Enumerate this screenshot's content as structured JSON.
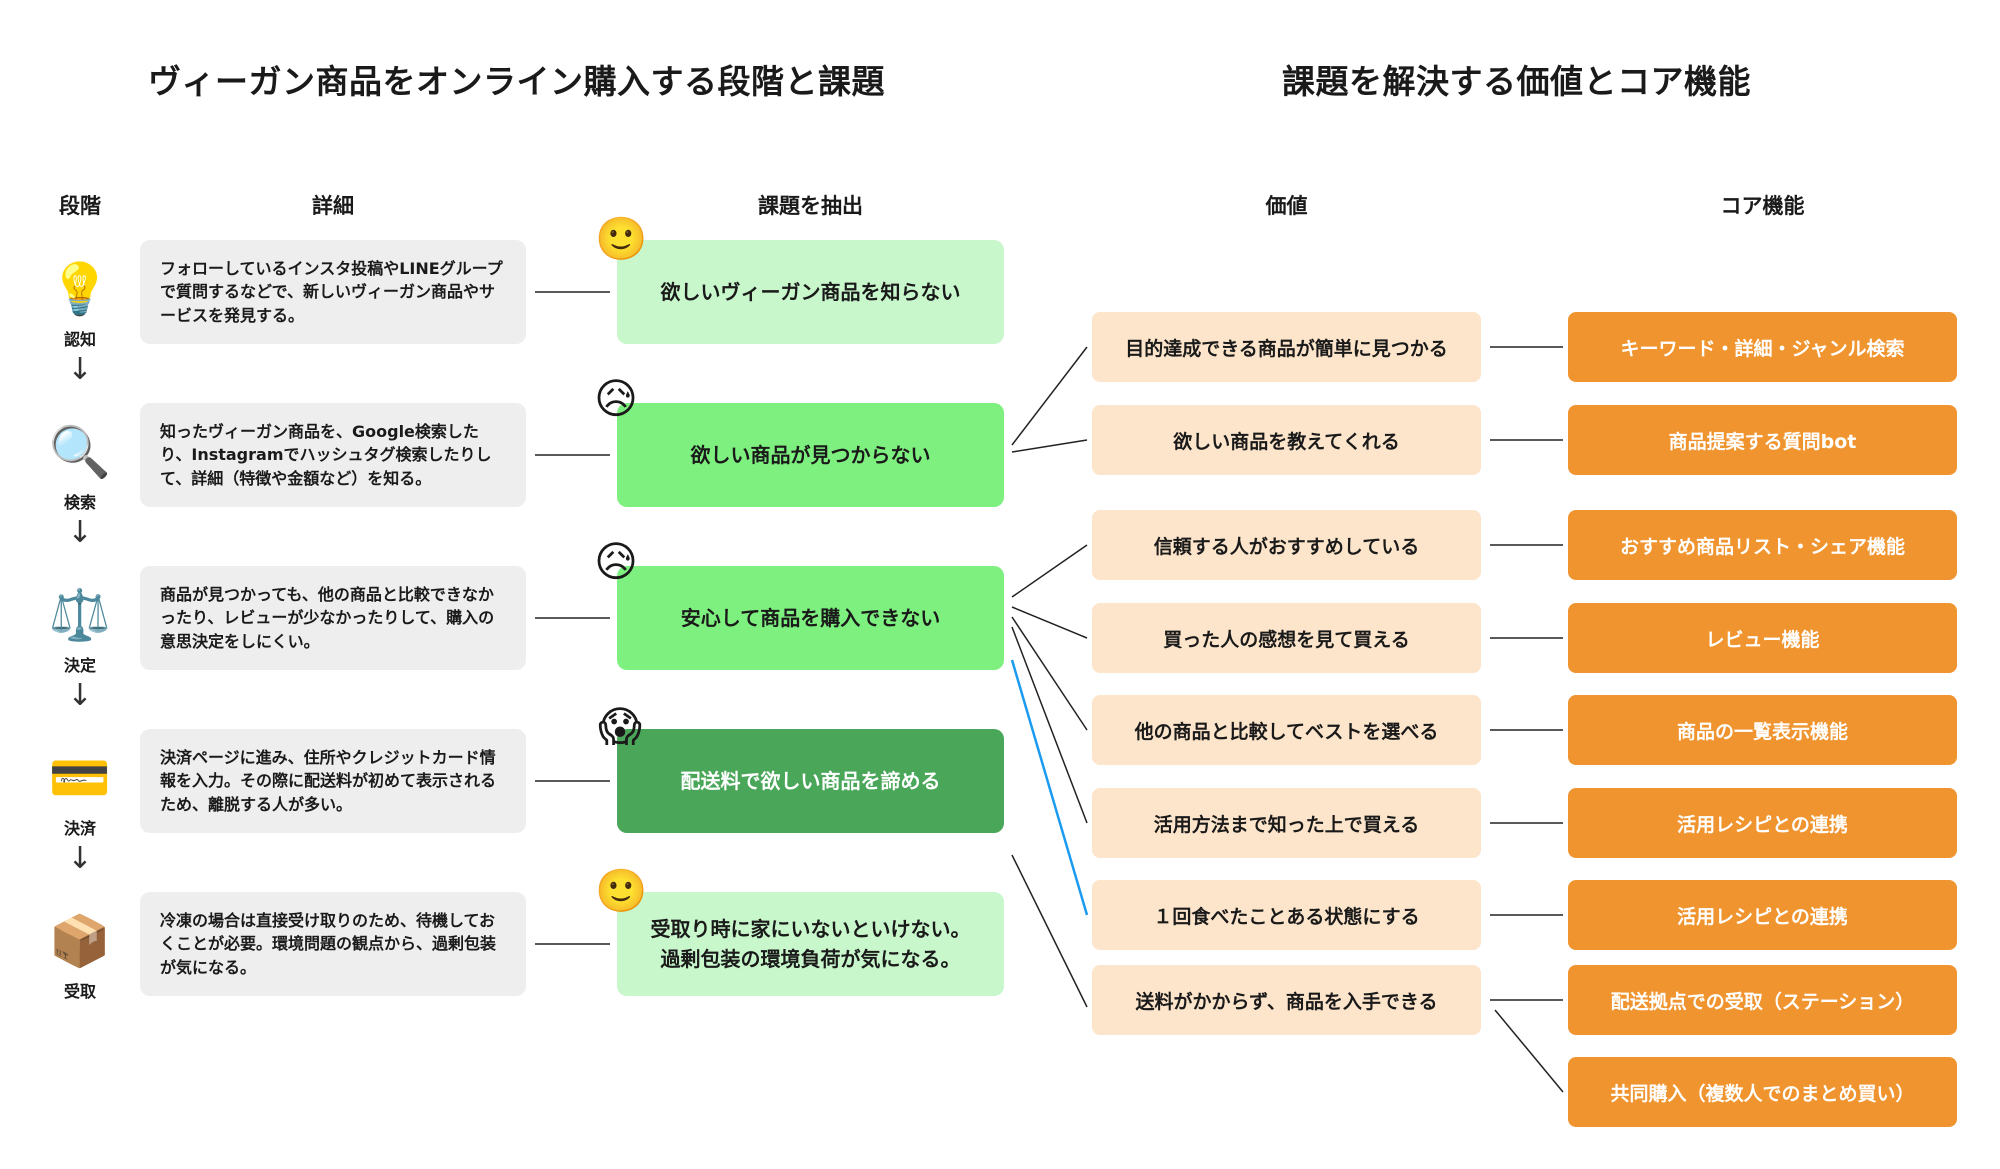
{
  "left_title": "ヴィーガン商品をオンライン購入する段階と課題",
  "right_title": "課題を解決する価値とコア機能",
  "column_headers": {
    "stage": "段階",
    "detail": "詳細",
    "issue": "課題を抽出",
    "value": "価値",
    "feature": "コア機能"
  },
  "stages": [
    {
      "icon": "lightbulb-icon",
      "glyph": "💡",
      "label": "認知"
    },
    {
      "icon": "magnifier-icon",
      "glyph": "🔍",
      "label": "検索"
    },
    {
      "icon": "scales-icon",
      "glyph": "⚖️",
      "label": "決定"
    },
    {
      "icon": "credit-card-icon",
      "glyph": "💳",
      "label": "決済"
    },
    {
      "icon": "package-icon",
      "glyph": "📦",
      "label": "受取"
    }
  ],
  "arrow_glyph": "↓",
  "details": [
    "フォローしているインスタ投稿やLINEグループで質問するなどで、新しいヴィーガン商品やサービスを発見する。",
    "知ったヴィーガン商品を、Google検索したり、Instagramでハッシュタグ検索したりして、詳細（特徴や金額など）を知る。",
    "商品が見つかっても、他の商品と比較できなかったり、レビューが少なかったりして、購入の意思決定をしにくい。",
    "決済ページに進み、住所やクレジットカード情報を入力。その際に配送料が初めて表示されるため、離脱する人が多い。",
    "冷凍の場合は直接受け取りのため、待機しておくことが必要。環境問題の観点から、過剰包装が気になる。"
  ],
  "issues": [
    {
      "text": "欲しいヴィーガン商品を知らない",
      "emoji": "🙂",
      "emoji_name": "slightly-smiling-face-icon",
      "color": "#c9f7cc",
      "text_color": "#1a1a1a"
    },
    {
      "text": "欲しい商品が見つからない",
      "emoji": "😥",
      "emoji_name": "sad-sweat-face-icon",
      "color": "#7ef07f",
      "text_color": "#1a1a1a"
    },
    {
      "text": "安心して商品を購入できない",
      "emoji": "😥",
      "emoji_name": "sad-sweat-face-icon",
      "color": "#7ef07f",
      "text_color": "#1a1a1a"
    },
    {
      "text": "配送料で欲しい商品を諦める",
      "emoji": "😱",
      "emoji_name": "screaming-face-icon",
      "color": "#4aa75a",
      "text_color": "#ffffff"
    },
    {
      "text": "受取り時に家にいないといけない。\n過剰包装の環境負荷が気になる。",
      "emoji": "🙂",
      "emoji_name": "slightly-smiling-face-icon",
      "color": "#c9f7cc",
      "text_color": "#1a1a1a"
    }
  ],
  "values": [
    "目的達成できる商品が簡単に見つかる",
    "欲しい商品を教えてくれる",
    "信頼する人がおすすめしている",
    "買った人の感想を見て買える",
    "他の商品と比較してベストを選べる",
    "活用方法まで知った上で買える",
    "１回食べたことある状態にする",
    "送料がかからず、商品を入手できる"
  ],
  "features": [
    "キーワード・詳細・ジャンル検索",
    "商品提案する質問bot",
    "おすすめ商品リスト・シェア機能",
    "レビュー機能",
    "商品の一覧表示機能",
    "活用レシピとの連携",
    "活用レシピとの連携",
    "配送拠点での受取（ステーション）",
    "共同購入（複数人でのまとめ買い）"
  ],
  "colors": {
    "detail_bg": "#eeeeee",
    "value_bg": "#fde5cb",
    "feature_bg": "#f0942f",
    "highlight_line": "#1a9bf0",
    "line": "#222222"
  }
}
